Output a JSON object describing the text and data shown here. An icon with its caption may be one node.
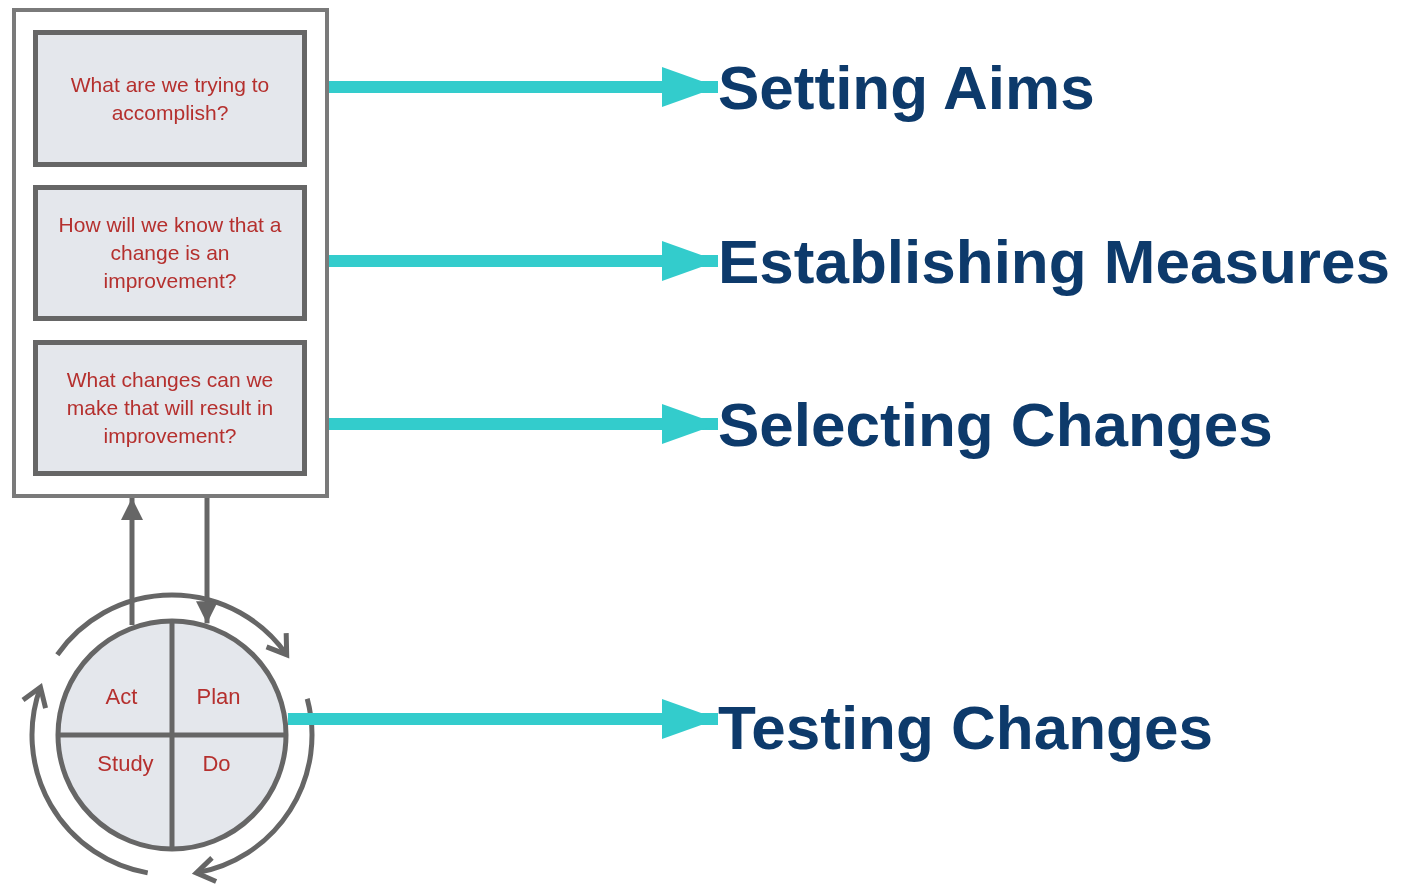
{
  "diagram": {
    "nodes": [
      {
        "text": [],
        "shape": "box"
      },
      {
        "text": [
          "What are we trying to accomplish?"
        ],
        "in": 0
      },
      {
        "text": [
          "How will we know that a change is an improvement?"
        ],
        "in": 0
      },
      {
        "text": [
          "What changes can we make that will result in improvement?"
        ],
        "in": 0
      },
      {
        "text": [],
        "shape": "circle"
      },
      {
        "text": [
          "Act"
        ],
        "in": 4
      },
      {
        "text": [
          "Plan"
        ],
        "in": 4
      },
      {
        "text": [
          "Study"
        ],
        "in": 4
      },
      {
        "text": [
          "Do"
        ],
        "in": 4
      },
      {
        "text": [
          "Setting Aims"
        ]
      },
      {
        "text": [
          "Establishing Measures"
        ]
      },
      {
        "text": [
          "Selecting Changes"
        ]
      },
      {
        "text": [
          "Testing Changes"
        ]
      }
    ],
    "edges": [
      {
        "from": 1,
        "to": 9,
        "arrow": "to"
      },
      {
        "from": 2,
        "to": 10,
        "arrow": "to"
      },
      {
        "from": 3,
        "to": 11,
        "arrow": "to"
      },
      {
        "from": 4,
        "to": 12,
        "arrow": "to"
      },
      {
        "from": 4,
        "to": 0,
        "arrow": "to",
        "color": "#666666"
      },
      {
        "from": 0,
        "to": 4,
        "arrow": "to",
        "color": "#666666"
      }
    ]
  }
}
